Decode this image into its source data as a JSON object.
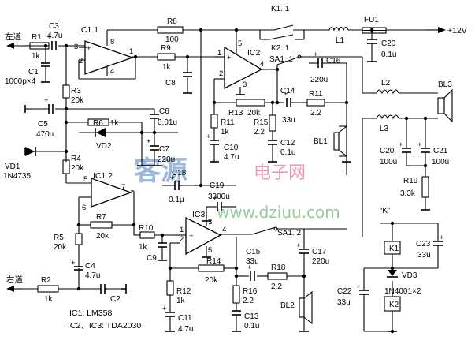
{
  "labels": {
    "left_ch": "左道",
    "right_ch": "右道",
    "ic1_1": "IC1.1",
    "ic1_2": "IC1.2",
    "ic2": "IC2",
    "ic3": "IC3",
    "r1": "R1",
    "r1_val": "1k",
    "r2": "R2",
    "r2_val": "1k",
    "r3": "R3",
    "r3_val": "20k",
    "r4": "R4",
    "r4_val": "20k",
    "r5": "R5",
    "r5_val": "20k",
    "r6": "R6",
    "r6_val": "1k",
    "r7": "R7",
    "r7_val": "20k",
    "r8": "R8",
    "r8_val": "100",
    "r9": "R9",
    "r9_val": "1k",
    "r10": "R10",
    "r10_val": "1k",
    "r11": "R11",
    "r11_val": "1k",
    "r12": "R12",
    "r12_val": "1k",
    "r13": "R13",
    "r13_val": "20k",
    "r14": "R14",
    "r14_val": "20k",
    "r15": "R15",
    "r15_val": "2.2",
    "r16": "R16",
    "r16_val": "2.2",
    "r17": "R11",
    "r17_val": "2.2",
    "r18": "R18",
    "r18_val": "2.2",
    "r19": "R19",
    "r19_val": "3.3k",
    "c1": "C1",
    "c1_val": "1000p×4",
    "c2": "C2",
    "c3": "C3",
    "c3_val": "4.7u",
    "c4": "C4",
    "c4_val": "4.7u",
    "c5": "C5",
    "c5_val": "470u",
    "c6": "C6",
    "c6_val": "0.01u",
    "c7": "C7",
    "c7_val": "220u",
    "c8": "C8",
    "c9": "C9",
    "c10": "C10",
    "c10_val": "4.7u",
    "c11": "C11",
    "c11_val": "4.7u",
    "c12": "C12",
    "c12_val": "0.1u",
    "c13": "C13",
    "c13_val": "0.1u",
    "c14": "C14",
    "c14_val": "33u",
    "c15": "C15",
    "c15_val": "33u",
    "c16": "C16",
    "c16_val": "220u",
    "c17": "C17",
    "c17_val": "220u",
    "c18": "C18",
    "c18_val": "0.1μ",
    "c19": "C19",
    "c19_val": "3300u",
    "c20a": "C20",
    "c20a_val": "0.1u",
    "c20b": "C20",
    "c20b_val": "100u",
    "c21": "C21",
    "c21_val": "100u",
    "c22": "C22",
    "c22_val": "33u",
    "c23": "C23",
    "c23_val": "33u",
    "vd1": "VD1",
    "vd1_val": "1N4735",
    "vd2": "VD2",
    "vd3": "VD3",
    "vd3_val": "1N4001×2",
    "k11": "K1. 1",
    "k21": "K2. 1",
    "k1": "K1",
    "k2": "K2",
    "k_node": "“K”",
    "l1": "L1",
    "l2": "L2",
    "l3": "L3",
    "fu1": "FU1",
    "supply": "+12V",
    "sa11": "SA1. 1",
    "sa12": "SA1. 2",
    "bl1": "BL1",
    "bl2": "BL2",
    "bl3": "BL3",
    "note1": "IC1: LM358",
    "note2": "IC2、IC3: TDA2030",
    "p3a": "3",
    "p2a": "2",
    "p8a": "8",
    "p4a": "4",
    "p1a": "1",
    "p5b": "5",
    "p6b": "6",
    "p7b": "7",
    "p5c": "5",
    "p1c": "1",
    "p2c": "2",
    "p3c": "3",
    "p4c": "4",
    "p3d": "3",
    "p1d": "1",
    "p2d": "2",
    "p4d": "4",
    "p5d": "5"
  },
  "watermark": {
    "line1": "客源",
    "line2": "电子网",
    "line3": "www.dziuu.com"
  }
}
